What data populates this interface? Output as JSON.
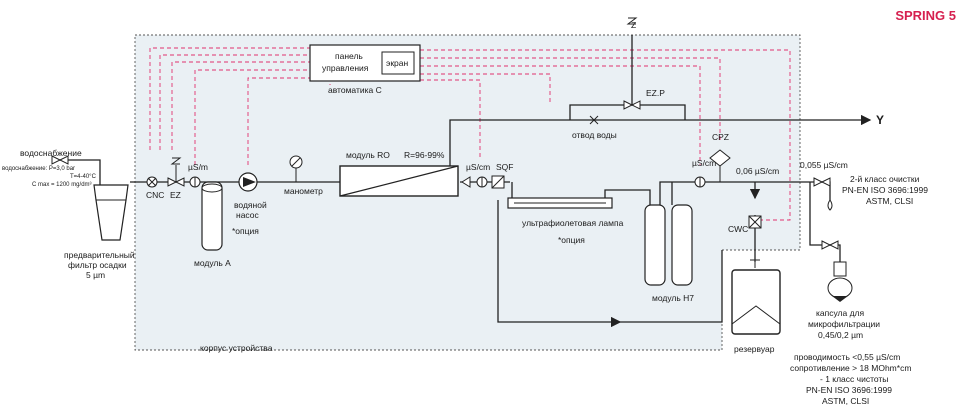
{
  "title": "SPRING 5",
  "colors": {
    "accent": "#d6204f",
    "housing_fill": "#eaf0f4",
    "signal_line": "#e0326e"
  },
  "labels": {
    "water_supply": "водоснабжение",
    "supply_spec1": "водоснабжение: P=3,0 bar",
    "supply_spec2": "T=4-40°C",
    "supply_spec3": "C max = 1200 mg/dm³",
    "prefilter1": "предварительный",
    "prefilter2": "фильтр осадки",
    "prefilter3": "5 µm",
    "cnc": "CNC",
    "ez": "EZ",
    "us_cm": "µS/m",
    "pump1": "водяной",
    "pump2": "насос",
    "pump3": "*опция",
    "module_a": "модуль А",
    "manometer": "манометр",
    "module_ro": "модуль RO",
    "ro_rate": "R=96-99%",
    "us_cm2": "µS/cm",
    "sqf": "SQF",
    "panel1": "панель",
    "panel2": "управления",
    "screen": "экран",
    "automation": "автоматика С",
    "ez_p": "EZ.P",
    "drain": "отвод воды",
    "z_mark": "Z",
    "y_mark": "Y",
    "cpz": "CPZ",
    "us_cm3": "µS/cm",
    "us_006": "0,06 µS/cm",
    "us_0055": "0,055 µS/cm",
    "class2_1": "2-й класс очистки",
    "class2_2": "PN-EN ISO 3696:1999",
    "class2_3": "ASTM, CLSI",
    "uv1": "ультрафиолетовая лампа",
    "uv2": "*опция",
    "module_h7": "модуль H7",
    "cwc": "CWC",
    "capsule1": "капсула для",
    "capsule2": "микрофильтрации",
    "capsule3": "0,45/0,2 µm",
    "housing": "корпус устройства",
    "reservoir": "резервуар",
    "cond1": "проводимость <0,55 µS/cm",
    "cond2": "сопротивление > 18 MOhm*cm",
    "cond3": "- 1 класс чистоты",
    "cond4": "PN-EN ISO 3696:1999",
    "cond5": "ASTM, CLSI"
  }
}
